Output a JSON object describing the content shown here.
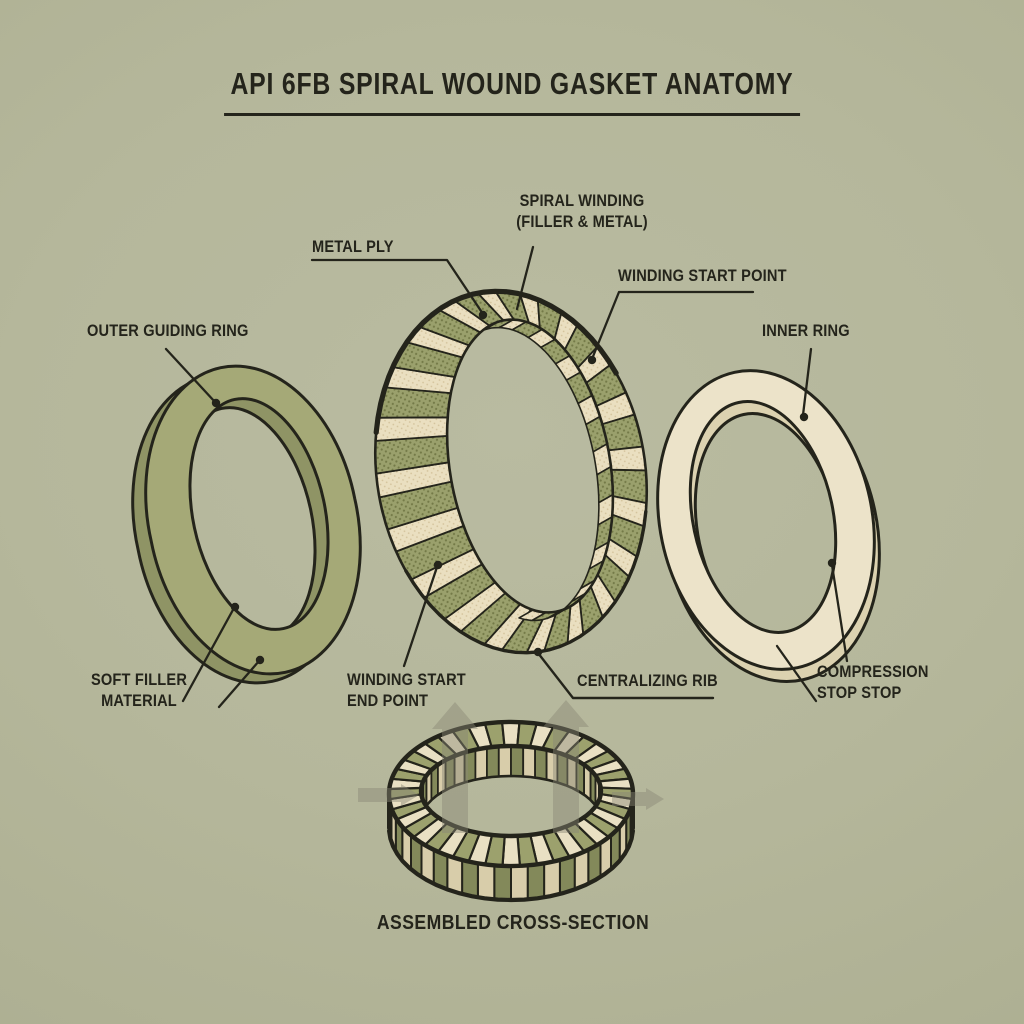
{
  "title": {
    "text": "API 6FB SPIRAL WOUND GASKET ANATOMY"
  },
  "caption": {
    "text": "ASSEMBLED CROSS-SECTION"
  },
  "labels": {
    "metal_ply": {
      "text": "METAL PLY"
    },
    "spiral_winding": {
      "line1": "SPIRAL WINDING",
      "line2": "(FILLER & METAL)"
    },
    "winding_start_point": {
      "text": "WINDING START POINT"
    },
    "outer_guiding_ring": {
      "text": "OUTER GUIDING RING"
    },
    "inner_ring": {
      "text": "INNER RING"
    },
    "soft_filler_material": {
      "line1": "SOFT FILLER",
      "line2": "MATERIAL"
    },
    "winding_start_end_point": {
      "line1": "WINDING START",
      "line2": "END POINT"
    },
    "centralizing_rib": {
      "text": "CENTRALIZING RIB"
    },
    "compression_stop": {
      "line1": "COMPRESSION",
      "line2": "STOP STOP"
    }
  },
  "colors": {
    "background": "#b5b79b",
    "ink": "#24241b",
    "outer_ring_face": "#a5a977",
    "outer_ring_side": "#8f9465",
    "inner_ring_face": "#ece3c9",
    "inner_ring_side": "#dcd2b0",
    "winding_metal": "#9aa06c",
    "winding_metal_dot": "#747a48",
    "winding_filler": "#eadfc0",
    "winding_filler_dot": "#d3c29b",
    "assembled_cream": "#e9e0c3",
    "assembled_cream_dark": "#d8cdaa",
    "assembled_olive": "#9ca16d",
    "assembled_olive_dark": "#83895a",
    "arrow": "#8a8875"
  }
}
